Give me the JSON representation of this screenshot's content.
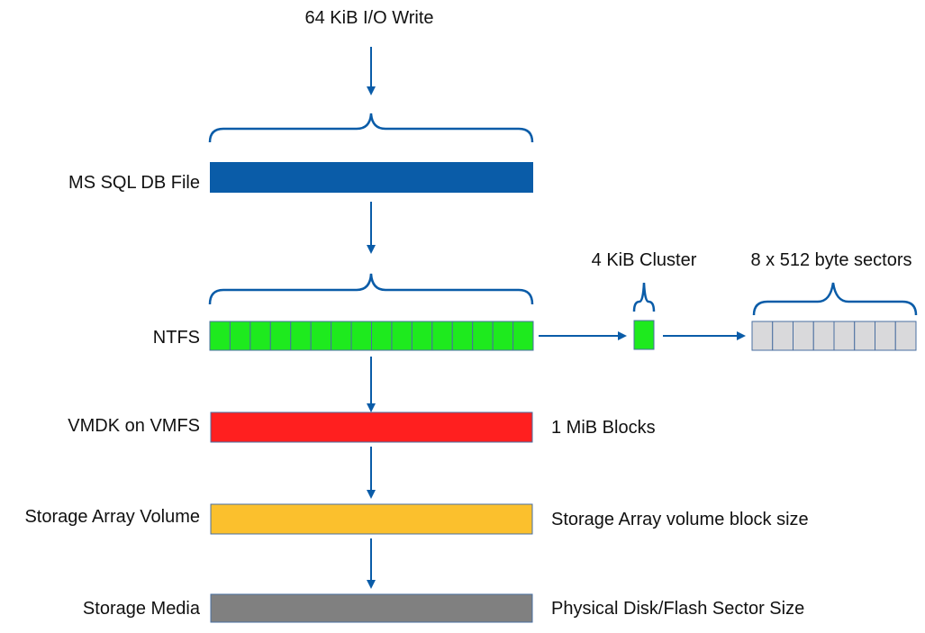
{
  "title": "64 KiB I/O Write",
  "layers": [
    {
      "label": "MS SQL DB File",
      "color": "#0a5ca8"
    },
    {
      "label": "NTFS",
      "color": "#1eea1e",
      "cells": 16
    },
    {
      "label": "VMDK on VMFS",
      "color": "#ff1f1f",
      "note": "1 MiB Blocks"
    },
    {
      "label": "Storage Array Volume",
      "color": "#fbc02d",
      "note": "Storage Array volume block size"
    },
    {
      "label": "Storage Media",
      "color": "#808080",
      "note": "Physical Disk/Flash Sector Size"
    }
  ],
  "cluster": {
    "label": "4 KiB Cluster",
    "color": "#1eea1e"
  },
  "sectors": {
    "label": "8 x 512 byte sectors",
    "color": "#d9d9db",
    "count": 8
  },
  "colors": {
    "arrow": "#0a5ca8",
    "brace": "#0a5ca8",
    "outline": "#4a6fa0"
  }
}
